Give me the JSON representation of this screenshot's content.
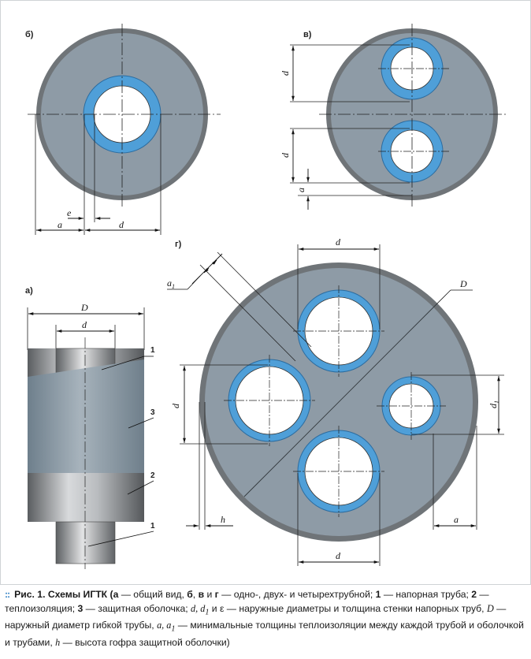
{
  "labels": {
    "a": "а)",
    "b": "б)",
    "v": "в)",
    "g": "г)"
  },
  "dims": {
    "a": "a",
    "e": "e",
    "d": "d",
    "D": "D",
    "a1": "a",
    "d1": "d",
    "h": "h",
    "one": "1"
  },
  "callouts": [
    "1",
    "2",
    "3",
    "1"
  ],
  "caption": {
    "mark": "::",
    "fig": "Рис. 1.",
    "t1": " Схемы ИГТК (",
    "t2": "а",
    "t3": " — общий вид, ",
    "t4": "б",
    "t5": ", ",
    "t6": "в",
    "t7": " и ",
    "t8": "г",
    "t9": " — одно-, двух- и четырехтрубной; ",
    "t10": "1",
    "t11": " — напорная труба; ",
    "t12": "2",
    "t13": " — теплоизоляция; ",
    "t14": "3",
    "t15": " — защитная оболочка; ",
    "t16": "d, d",
    "t16s": "1",
    "t17": " и ε — наружные диаметры и толщина стенки напорных труб, ",
    "t18": "D",
    "t19": " — наружный диаметр гибкой трубы, ",
    "t20": "a, a",
    "t20s": "1",
    "t21": " — минимальные толщины теплоизоляции между каждой трубой и оболочкой и трубами, ",
    "t22": "h",
    "t23": " — высота гофра защитной оболочки)"
  },
  "colors": {
    "shell": "#8e9ba6",
    "rim": "#6f7478",
    "insulation": "#4f9fd8",
    "pipe": "#ffffff"
  }
}
